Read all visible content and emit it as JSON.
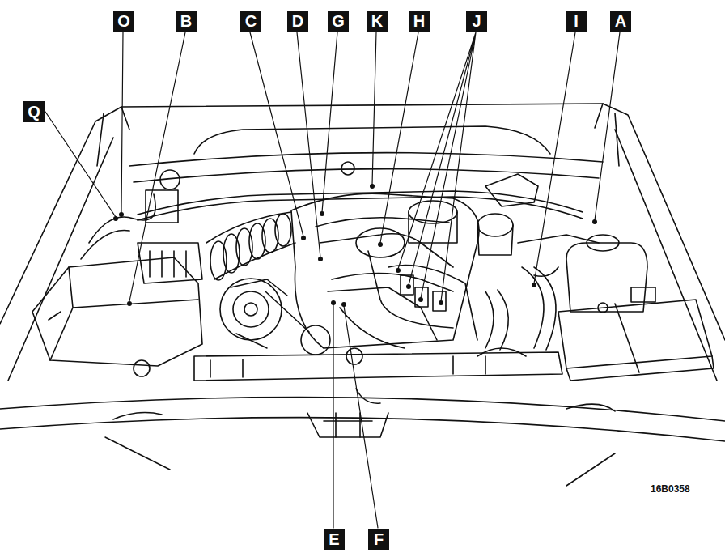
{
  "diagram": {
    "nodes": [
      {
        "text": [
          "O"
        ]
      },
      {
        "text": [
          "B"
        ]
      },
      {
        "text": [
          "C"
        ]
      },
      {
        "text": [
          "D"
        ]
      },
      {
        "text": [
          "G"
        ]
      },
      {
        "text": [
          "K"
        ]
      },
      {
        "text": [
          "H"
        ]
      },
      {
        "text": [
          "J"
        ]
      },
      {
        "text": [
          "I"
        ]
      },
      {
        "text": [
          "A"
        ]
      },
      {
        "text": [
          "Q"
        ]
      },
      {
        "text": [
          "E"
        ]
      },
      {
        "text": [
          "F"
        ]
      }
    ],
    "labels": [
      "16B0358"
    ]
  }
}
